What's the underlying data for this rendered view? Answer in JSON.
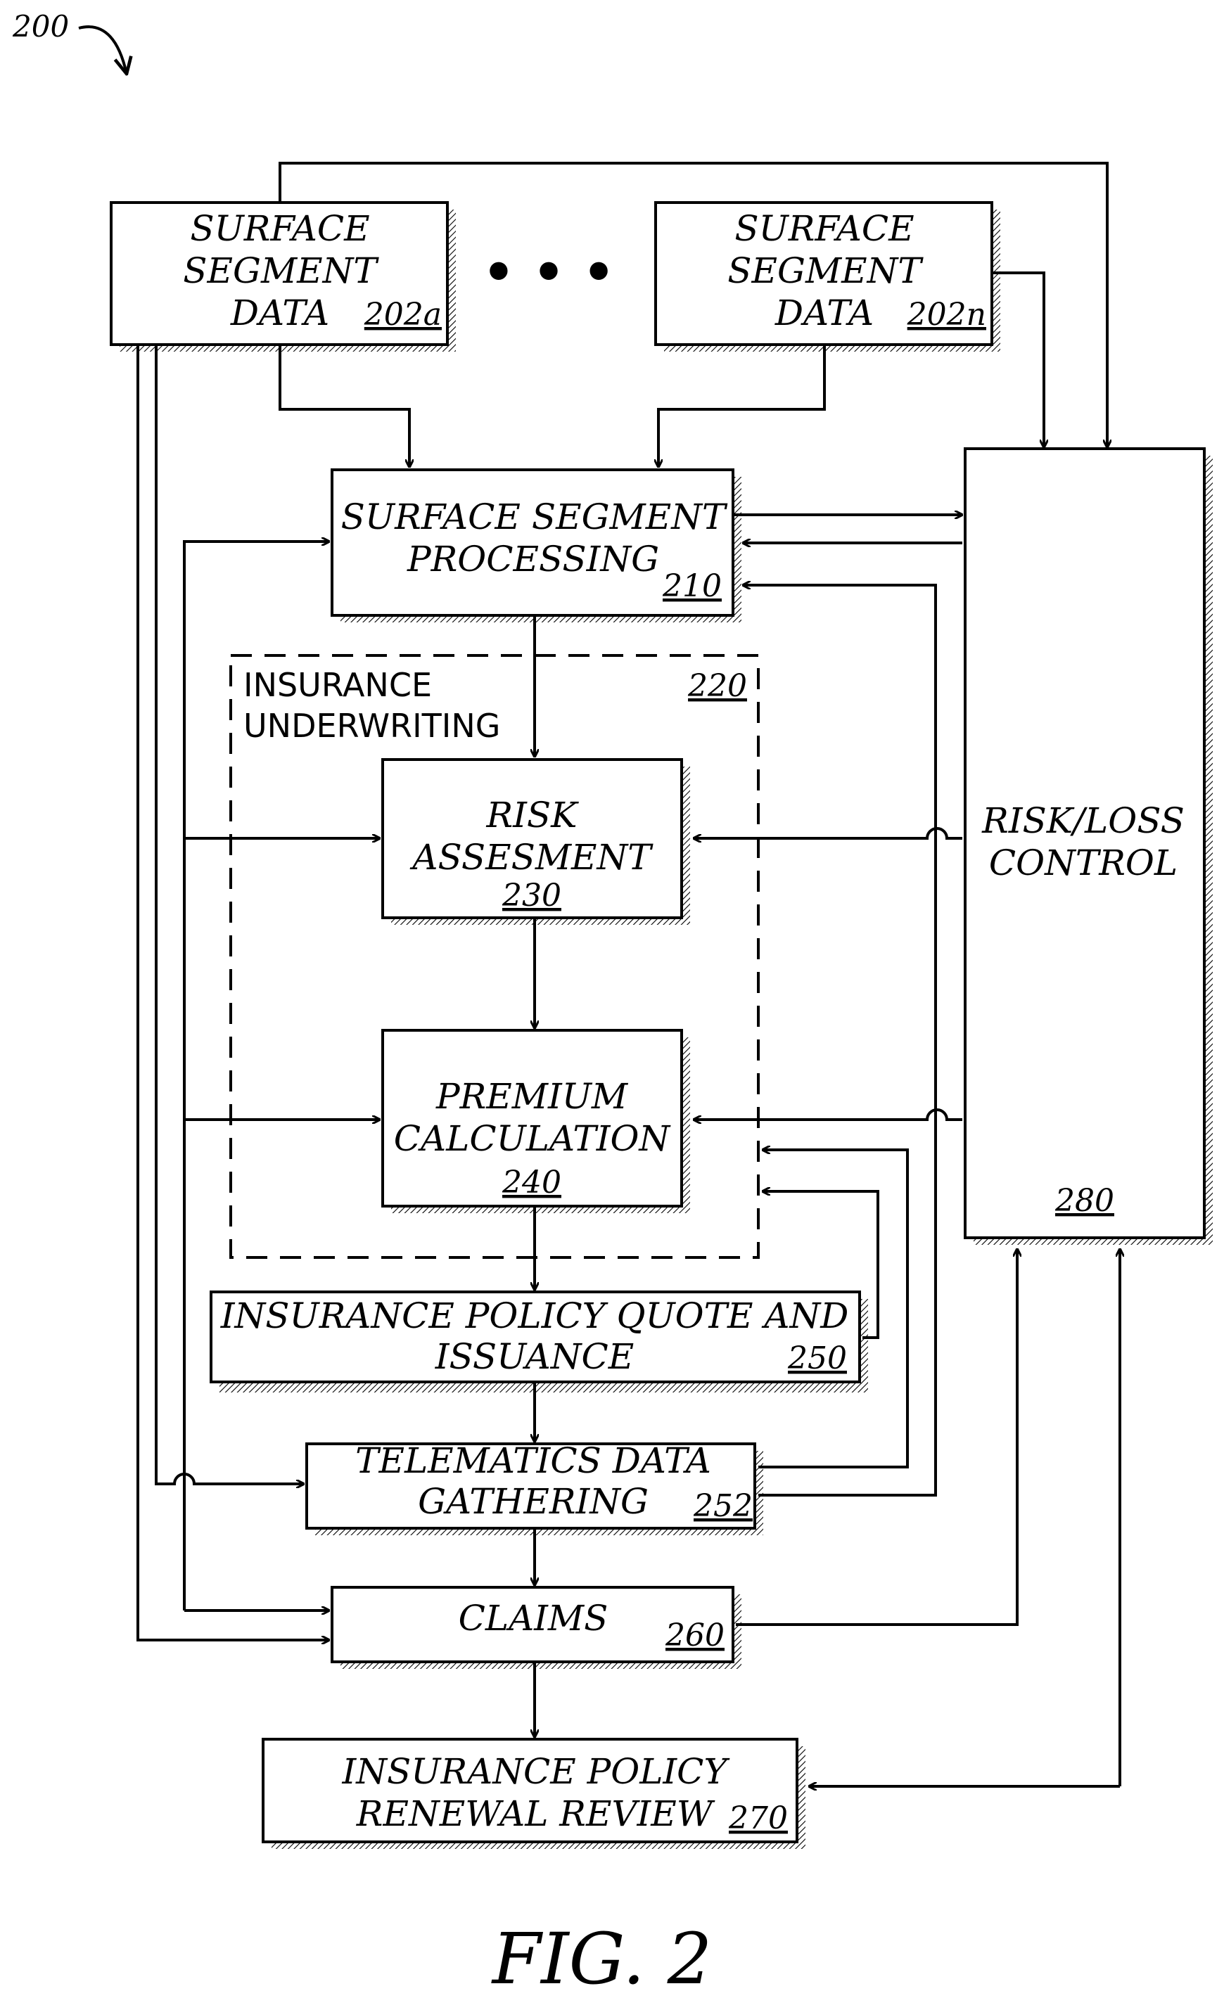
{
  "figure": {
    "number_ref": "200",
    "caption": "FIG. 2",
    "ellipsis": "• • •"
  },
  "boxes": {
    "seg_a": {
      "lines": [
        "SURFACE",
        "SEGMENT",
        "DATA"
      ],
      "ref": "202a"
    },
    "seg_n": {
      "lines": [
        "SURFACE",
        "SEGMENT",
        "DATA"
      ],
      "ref": "202n"
    },
    "processing": {
      "lines": [
        "SURFACE SEGMENT",
        "PROCESSING"
      ],
      "ref": "210"
    },
    "underwriting": {
      "lines": [
        "INSURANCE",
        "UNDERWRITING"
      ],
      "ref": "220"
    },
    "risk": {
      "lines": [
        "RISK",
        "ASSESMENT"
      ],
      "ref": "230"
    },
    "premium": {
      "lines": [
        "PREMIUM",
        "CALCULATION"
      ],
      "ref": "240"
    },
    "quote": {
      "lines": [
        "INSURANCE POLICY QUOTE AND",
        "ISSUANCE"
      ],
      "ref": "250"
    },
    "telematics": {
      "lines": [
        "TELEMATICS DATA",
        "GATHERING"
      ],
      "ref": "252"
    },
    "claims": {
      "lines": [
        "CLAIMS"
      ],
      "ref": "260"
    },
    "renewal": {
      "lines": [
        "INSURANCE POLICY",
        "RENEWAL REVIEW"
      ],
      "ref": "270"
    },
    "riskloss": {
      "lines": [
        "RISK/LOSS",
        "CONTROL"
      ],
      "ref": "280"
    }
  }
}
